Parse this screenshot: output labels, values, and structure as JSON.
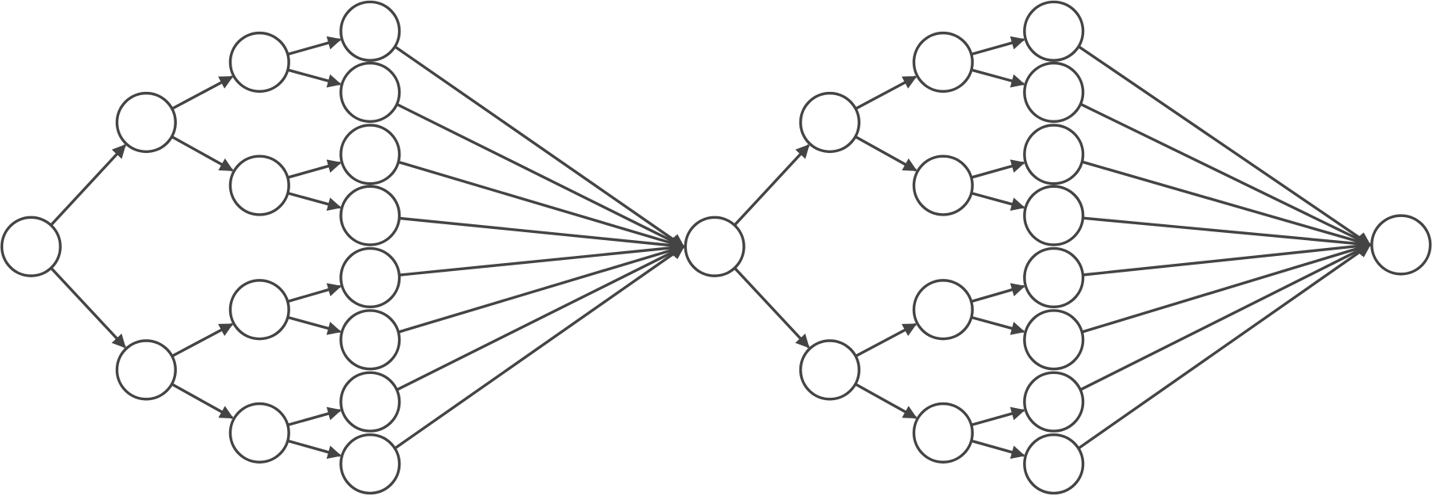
{
  "diagram": {
    "stages": 2,
    "branching_factor": 2,
    "tree_depth": 3,
    "colors": {
      "stroke": "#444444",
      "fill": "#ffffff"
    }
  }
}
